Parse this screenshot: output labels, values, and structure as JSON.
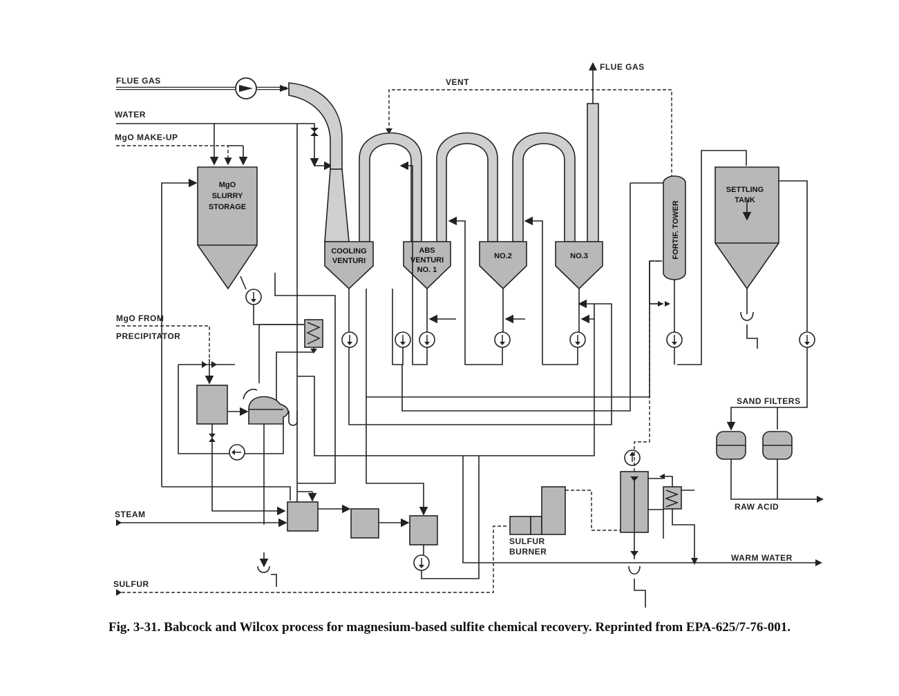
{
  "labels": {
    "flue_gas_in": "FLUE GAS",
    "water": "WATER",
    "mgo_makeup": "MgO MAKE-UP",
    "mgo_from": "MgO FROM",
    "precipitator": "PRECIPITATOR",
    "steam": "STEAM",
    "sulfur": "SULFUR",
    "vent": "VENT",
    "flue_gas_out": "FLUE GAS",
    "slurry_1": "MgO",
    "slurry_2": "SLURRY",
    "slurry_3": "STORAGE",
    "cooling_1": "COOLING",
    "cooling_2": "VENTURI",
    "abs_1": "ABS",
    "abs_2": "VENTURI",
    "abs_3": "NO. 1",
    "no2": "NO.2",
    "no3": "NO.3",
    "fortif_tower": "FORTIF. TOWER",
    "settling_1": "SETTLING",
    "settling_2": "TANK",
    "sand_filters": "SAND FILTERS",
    "raw_acid": "RAW ACID",
    "warm_water": "WARM WATER",
    "sulfur_burner_1": "SULFUR",
    "sulfur_burner_2": "BURNER"
  },
  "caption": "Fig. 3-31.  Babcock and Wilcox process for magnesium-based sulfite chemical recovery.  Reprinted from EPA-625/7-76-001."
}
